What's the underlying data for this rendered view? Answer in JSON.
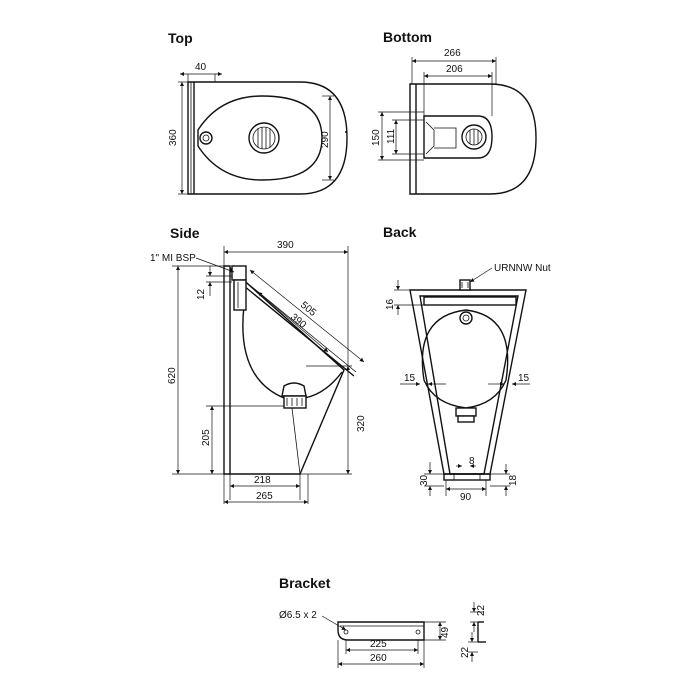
{
  "views": {
    "top": {
      "title": "Top",
      "dims": {
        "d40": "40",
        "d360": "360",
        "d290": "290"
      }
    },
    "bottom": {
      "title": "Bottom",
      "dims": {
        "d266": "266",
        "d206": "206",
        "d150": "150",
        "d111": "111"
      }
    },
    "side": {
      "title": "Side",
      "dims": {
        "inlet": "1\" MI BSP",
        "d390a": "390",
        "d12": "12",
        "d505": "505",
        "d390b": "390",
        "d620": "620",
        "d320": "320",
        "d205": "205",
        "d218": "218",
        "d265": "265"
      }
    },
    "back": {
      "title": "Back",
      "dims": {
        "nut": "URNNW Nut",
        "d16": "16",
        "d15l": "15",
        "d15r": "15",
        "d8": "8",
        "d30": "30",
        "d90": "90",
        "d18": "18"
      }
    },
    "bracket": {
      "title": "Bracket",
      "dims": {
        "hole": "Ø6.5 x 2",
        "d49": "49",
        "d225": "225",
        "d260": "260",
        "d22a": "22",
        "d22b": "22"
      }
    }
  }
}
